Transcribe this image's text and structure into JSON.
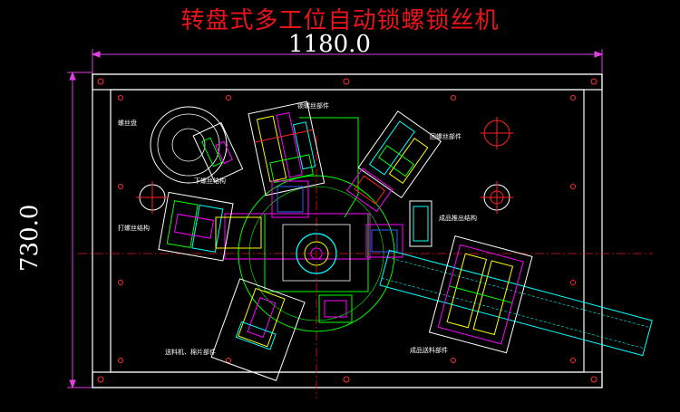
{
  "title": "转盘式多工位自动锁螺锁丝机",
  "dimensions": {
    "width": "1180.0",
    "height": "730.0"
  },
  "labels": {
    "lock_screw_assembly": "锁螺丝部件",
    "screw_plate": "螺丝盘",
    "lower_screw_mechanism": "下螺丝结构",
    "return_assembly": "回螺丝部件",
    "take_screw_mechanism": "打螺丝结构",
    "product_output_mechanism": "成品推出结构",
    "feeding_assembly": "送料机、棉片部件",
    "product_output_assembly": "成品送料部件"
  },
  "colors": {
    "background": "#000000",
    "title": "#e8141b",
    "frame": "#ffffff",
    "dimension": "#e040e0",
    "centerline": "#e8141b",
    "green": "#00ff00",
    "cyan": "#00ffff",
    "magenta": "#ff00ff",
    "yellow": "#ffff00",
    "red": "#ff2020",
    "blue": "#3060ff"
  }
}
